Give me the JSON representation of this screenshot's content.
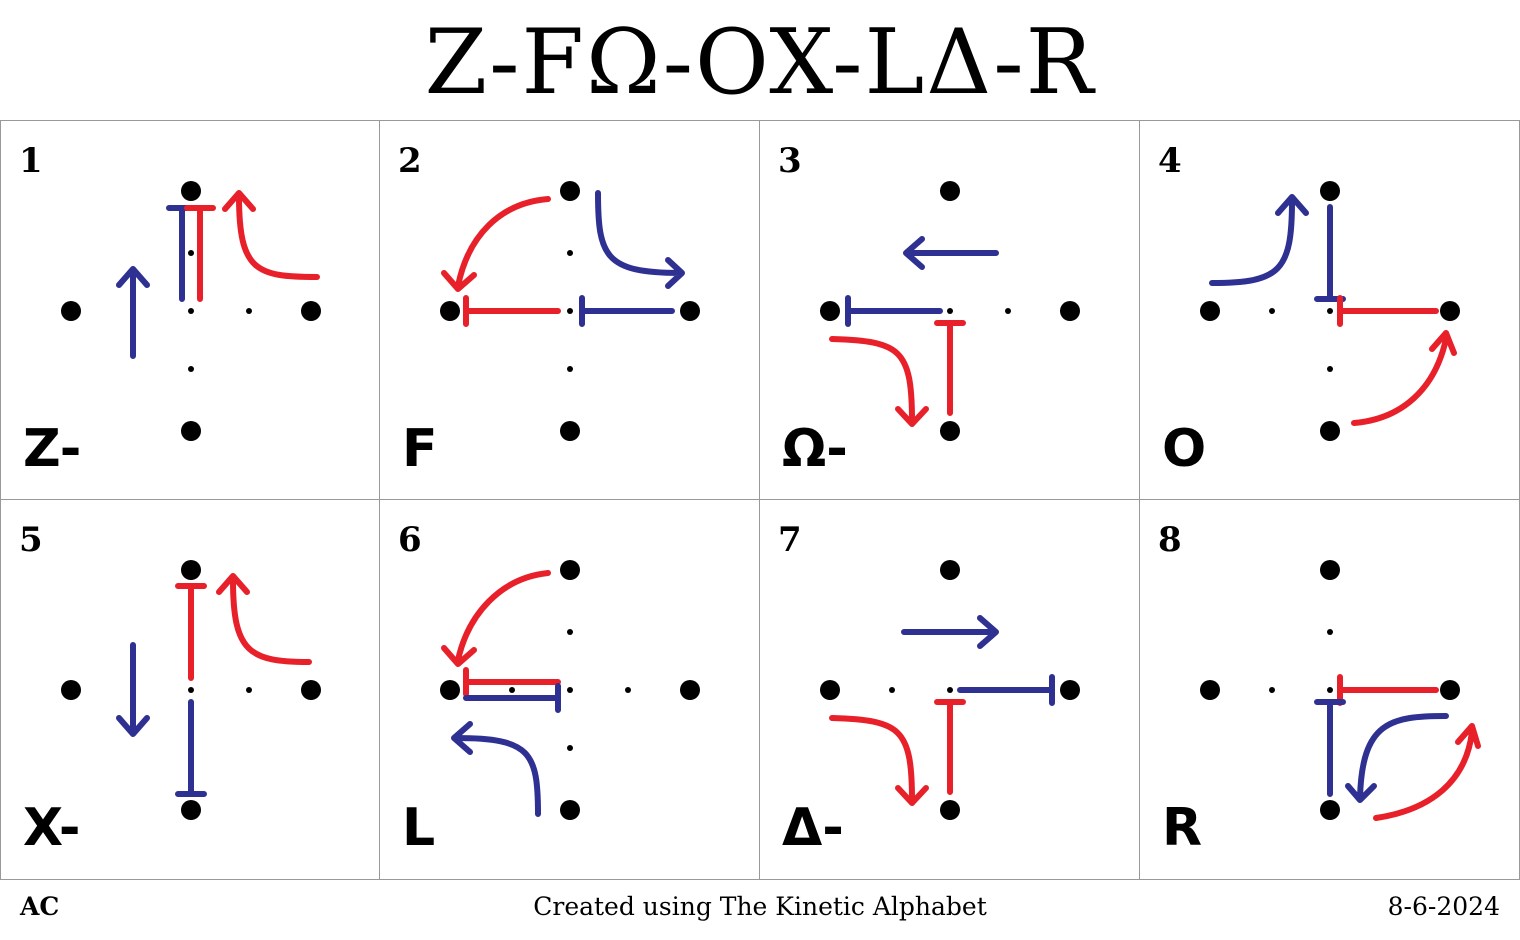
{
  "title": "Z-FΩ-OX-LΔ-R",
  "colors": {
    "red": "#e8202a",
    "blue": "#2e3192",
    "dot": "#000000",
    "border": "#999999"
  },
  "cells": [
    {
      "number": "1",
      "glyph": "Z-"
    },
    {
      "number": "2",
      "glyph": "F"
    },
    {
      "number": "3",
      "glyph": "Ω-"
    },
    {
      "number": "4",
      "glyph": "O"
    },
    {
      "number": "5",
      "glyph": "X-"
    },
    {
      "number": "6",
      "glyph": "L"
    },
    {
      "number": "7",
      "glyph": "Δ-"
    },
    {
      "number": "8",
      "glyph": "R"
    }
  ],
  "footer": {
    "left": "AC",
    "center": "Created using The Kinetic Alphabet",
    "right": "8-6-2024"
  }
}
